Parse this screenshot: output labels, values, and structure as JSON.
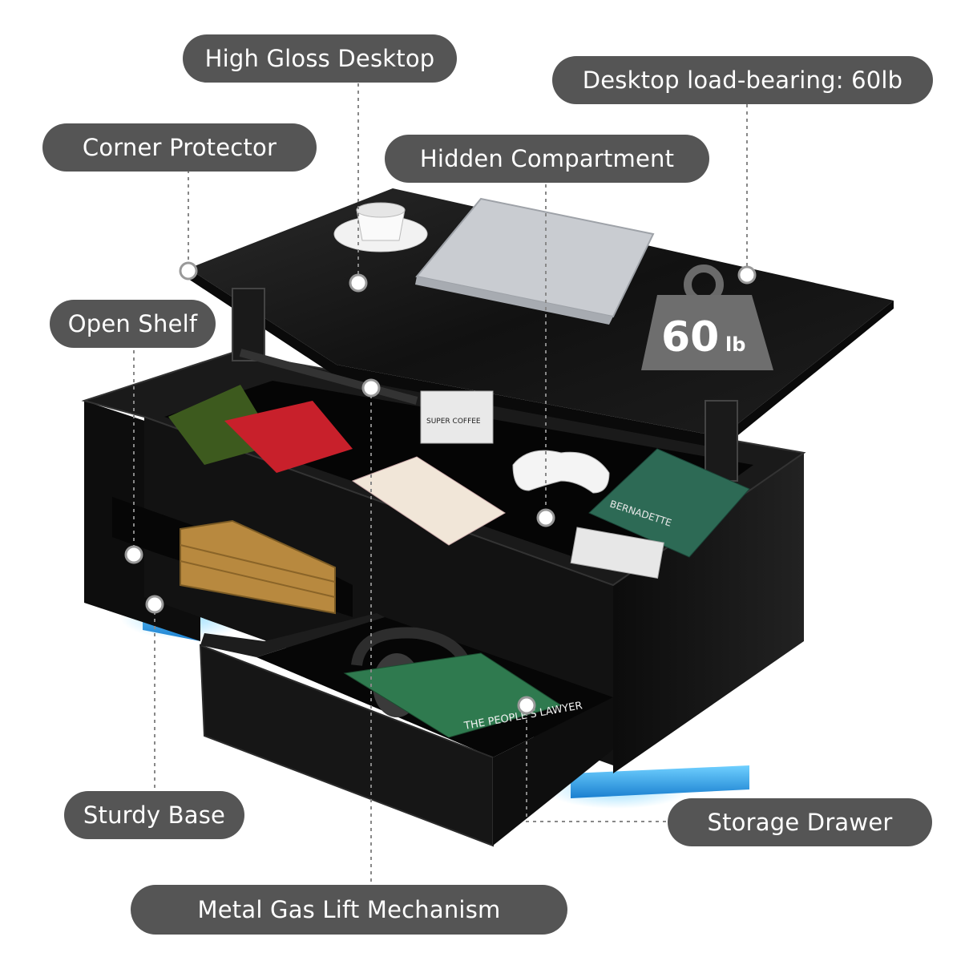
{
  "callouts": {
    "high_gloss_desktop": "High Gloss Desktop",
    "load_bearing": "Desktop load-bearing: 60lb",
    "corner_protector": "Corner Protector",
    "hidden_compartment": "Hidden Compartment",
    "open_shelf": "Open Shelf",
    "sturdy_base": "Sturdy Base",
    "storage_drawer": "Storage Drawer",
    "gas_lift": "Metal Gas Lift Mechanism"
  },
  "weight_badge": {
    "number": "60",
    "unit": "lb"
  },
  "props": {
    "coffee_box_label": "SUPER COFFEE",
    "book_title": "BERNADETTE",
    "drawer_book_title": "THE PEOPLE'S LAWYER"
  },
  "colors": {
    "pill_bg": "#555555",
    "table_black": "#141414",
    "led_blue": "#2fa9f0",
    "guide_line": "#888888"
  }
}
